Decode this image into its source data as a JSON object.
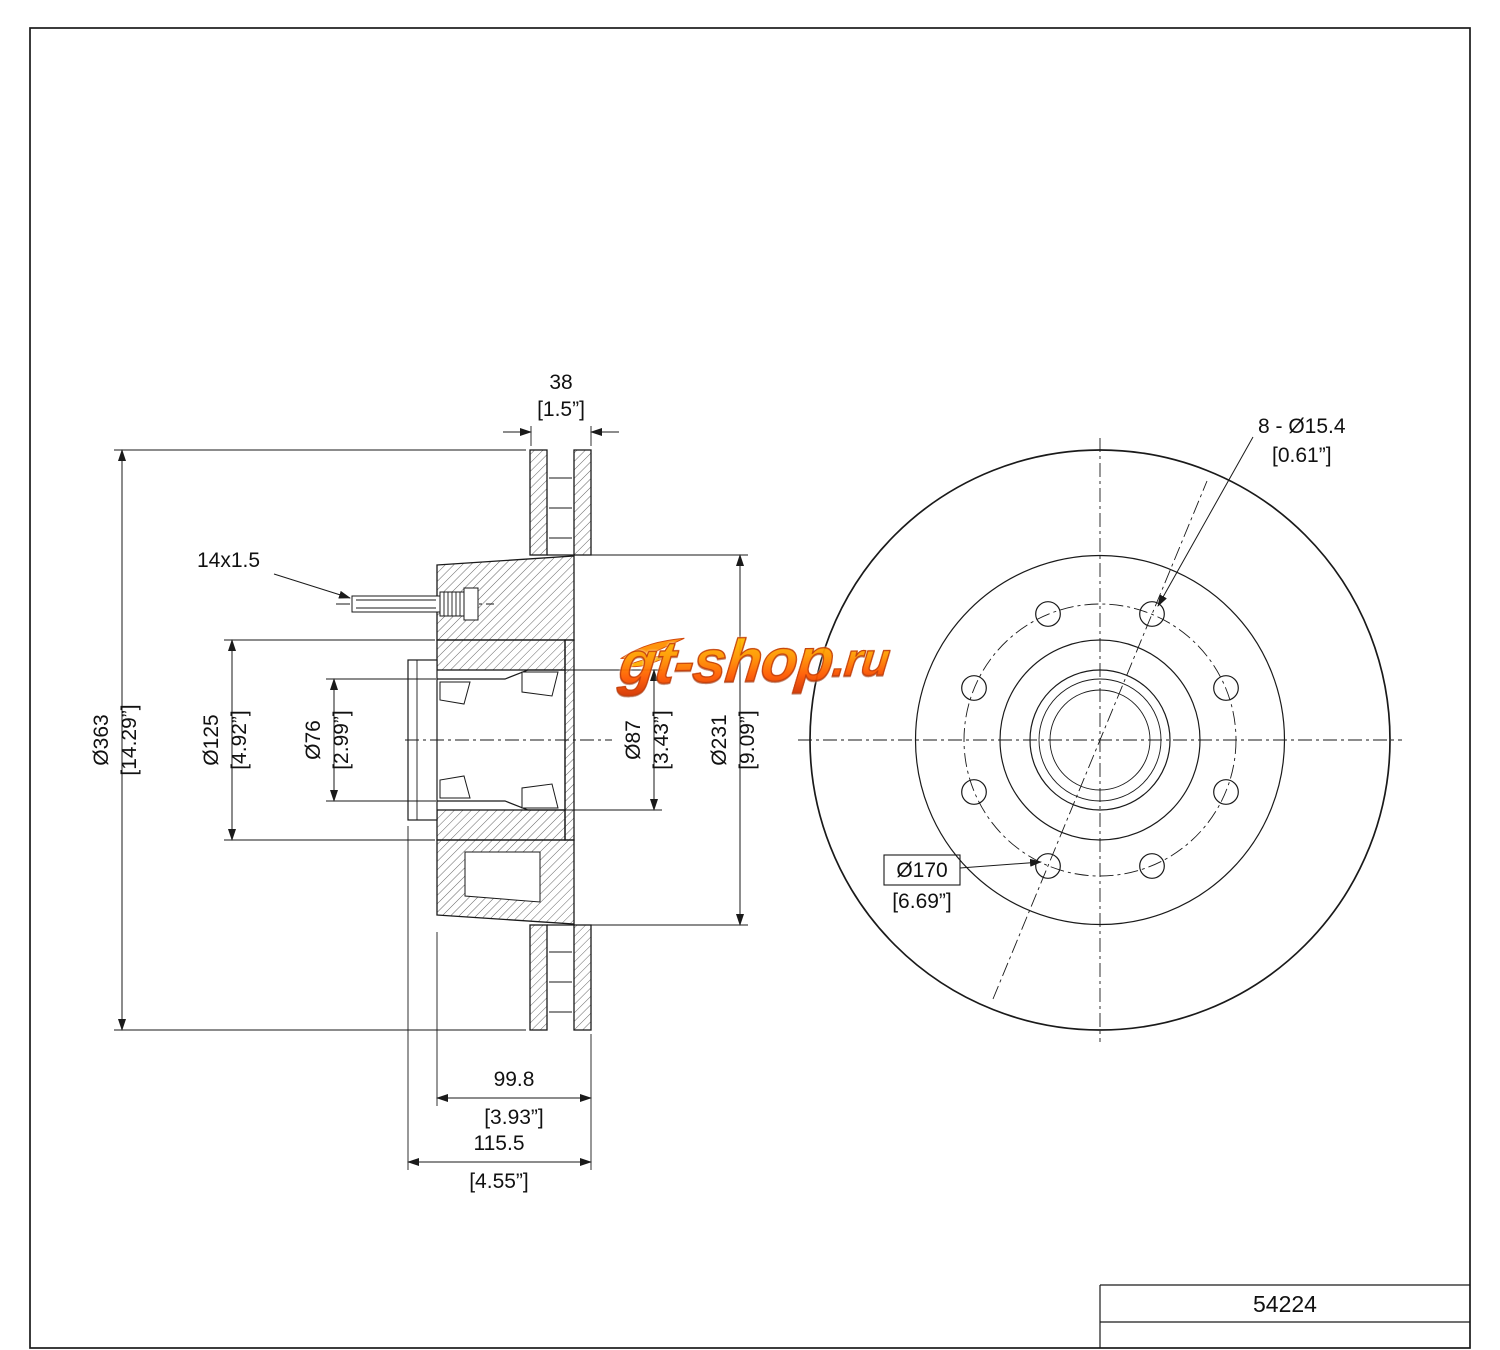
{
  "frame": {
    "part_number": "54224"
  },
  "watermark": {
    "main": "gt-shop",
    "suffix": ".ru"
  },
  "side_view": {
    "thickness_mm": "38",
    "thickness_in": "[1.5”]",
    "thread": "14x1.5",
    "outer_dia_mm": "Ø363",
    "outer_dia_in": "[14.29”]",
    "flange_dia_mm": "Ø125",
    "flange_dia_in": "[4.92”]",
    "bore_dia_mm": "Ø76",
    "bore_dia_in": "[2.99”]",
    "seat_dia_mm": "Ø87",
    "seat_dia_in": "[3.43”]",
    "inner_dia_mm": "Ø231",
    "inner_dia_in": "[9.09”]",
    "depth_hub_mm": "99.8",
    "depth_hub_in": "[3.93”]",
    "depth_total_mm": "115.5",
    "depth_total_in": "[4.55”]"
  },
  "front_view": {
    "holes_mm": "8 - Ø15.4",
    "holes_in": "[0.61”]",
    "bolt_circle_mm": "Ø170",
    "bolt_circle_in": "[6.69”]"
  }
}
